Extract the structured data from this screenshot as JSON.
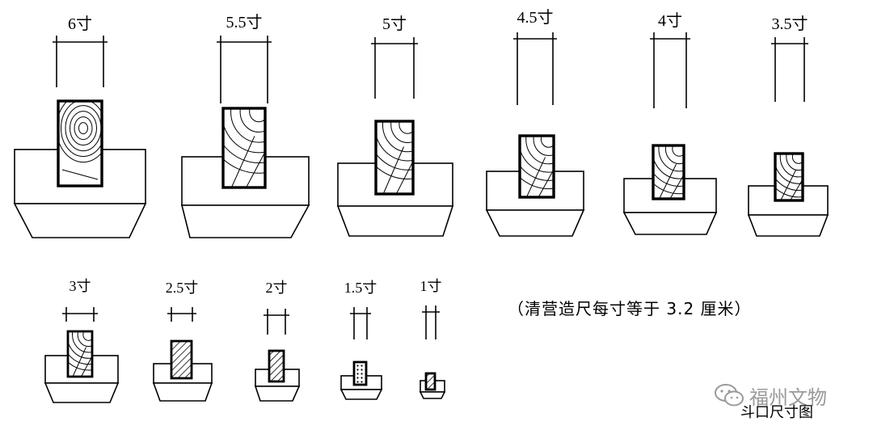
{
  "figure": {
    "sizes": [
      {
        "label": "6寸"
      },
      {
        "label": "5.5寸"
      },
      {
        "label": "5寸"
      },
      {
        "label": "4.5寸"
      },
      {
        "label": "4寸"
      },
      {
        "label": "3.5寸"
      },
      {
        "label": "3寸"
      },
      {
        "label": "2.5寸"
      },
      {
        "label": "2寸"
      },
      {
        "label": "1.5寸"
      },
      {
        "label": "1寸"
      }
    ],
    "note": "（清营造尺每寸等于 3.2 厘米）",
    "title": "斗口尺寸图",
    "watermark": "福州文物"
  }
}
